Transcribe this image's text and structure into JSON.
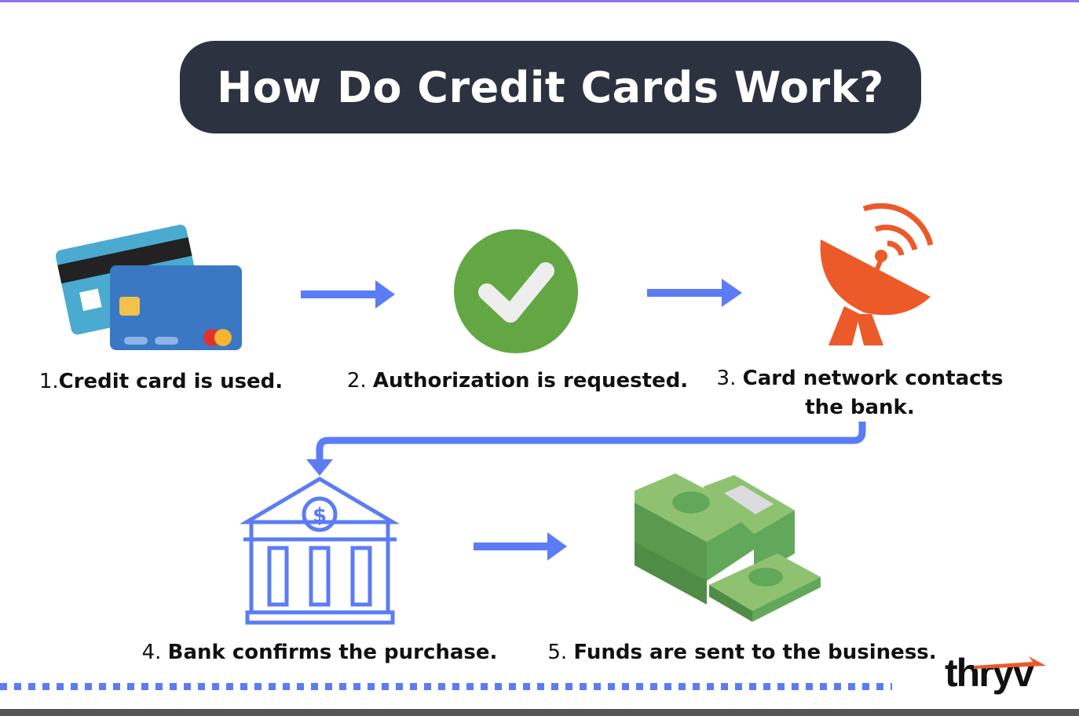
{
  "title": "How Do Credit Cards Work?",
  "steps": [
    {
      "num": "1.",
      "text": "Credit card is used.",
      "icon": "credit-card-icon"
    },
    {
      "num": "2.",
      "text": "Authorization is requested.",
      "icon": "checkmark-icon"
    },
    {
      "num": "3.",
      "text": "Card network contacts",
      "text2": "the bank.",
      "icon": "satellite-dish-icon"
    },
    {
      "num": "4.",
      "text": "Bank confirms the purchase.",
      "icon": "bank-icon"
    },
    {
      "num": "5.",
      "text": "Funds are sent to the business.",
      "icon": "money-stack-icon"
    }
  ],
  "logo": "thryv",
  "colors": {
    "title_bg": "#2d3240",
    "arrow": "#5b7cf5",
    "check": "#62a744",
    "satellite": "#ec5a29",
    "money": "#62a85a",
    "logo_accent": "#ec5a29"
  }
}
